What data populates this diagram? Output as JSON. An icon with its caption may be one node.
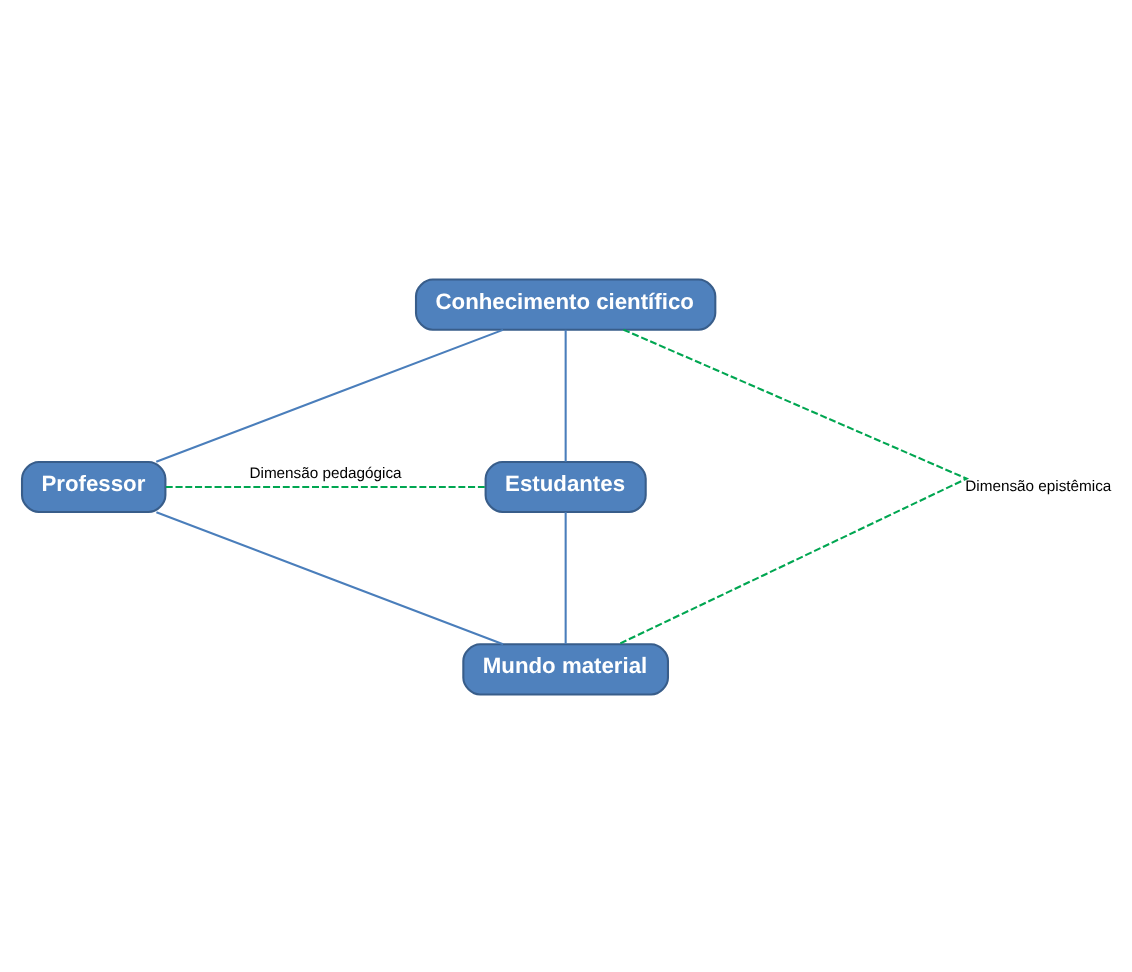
{
  "diagram": {
    "nodes": [
      {
        "text": [
          "Conhecimento científico"
        ]
      },
      {
        "text": [
          "Professor"
        ]
      },
      {
        "text": [
          "Estudantes"
        ]
      },
      {
        "text": [
          "Mundo material"
        ]
      }
    ],
    "edges": [
      {
        "from": 0,
        "to": 1,
        "arrow": "none"
      },
      {
        "from": 0,
        "to": 2,
        "arrow": "none"
      },
      {
        "from": 1,
        "to": 3,
        "arrow": "none"
      },
      {
        "from": 2,
        "to": 3,
        "arrow": "none"
      },
      {
        "from": 1,
        "to": 2,
        "arrow": "none",
        "label": "Dimensão pedagógica",
        "style": "dashed",
        "color": "#00a651"
      },
      {
        "from": 0,
        "to": 3,
        "arrow": "none",
        "label": "Dimensão epistêmica",
        "style": "dashed",
        "color": "#00a651"
      }
    ]
  }
}
